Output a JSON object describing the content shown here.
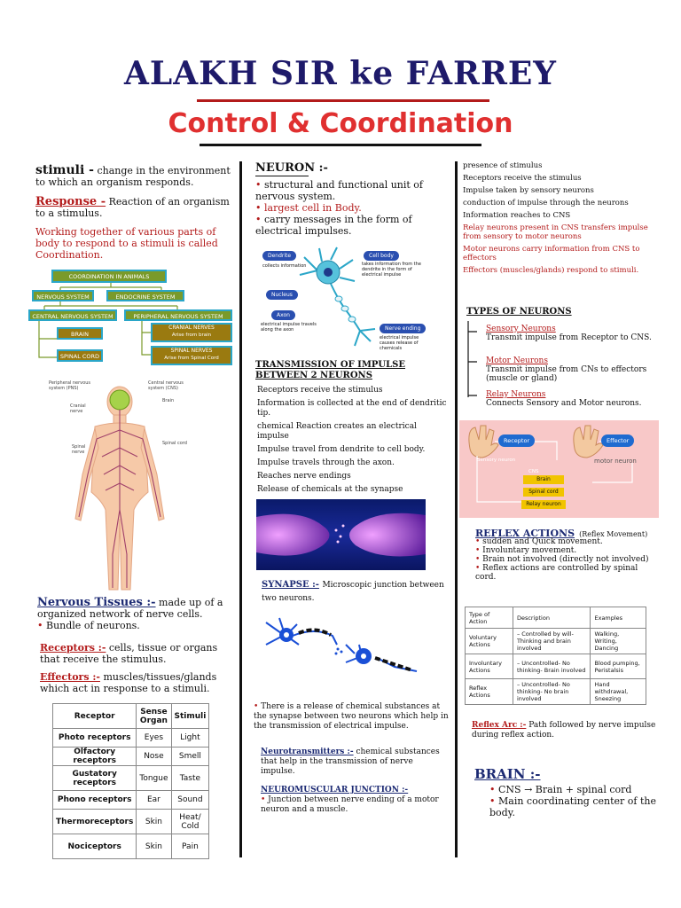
{
  "header": {
    "title": "ALAKH SIR ke FARREY",
    "subtitle": "Control & Coordination"
  },
  "col1": {
    "stimuli_label": "stimuli -",
    "stimuli_def": "change in the environment to which an organism responds.",
    "response_label": "Response -",
    "response_def": "Reaction of an organism to a stimulus.",
    "coordination_def": "Working together of various parts of body to respond to a stimuli is called Coordination.",
    "flow": {
      "root": "COORDINATION IN ANIMALS",
      "nervous": "NERVOUS SYSTEM",
      "endocrine": "ENDOCRINE SYSTEM",
      "cns": "CENTRAL NERVOUS SYSTEM",
      "pns": "PERIPHERAL NERVOUS SYSTEM",
      "brain": "BRAIN",
      "spinal": "SPINAL CORD",
      "cranial": "CRANIAL NERVES",
      "cranial_sub": "Arise from brain",
      "spinal_nerves": "SPINAL NERVES",
      "spinal_nerves_sub": "Arise from Spinal Cord"
    },
    "body_labels": {
      "pns": "Peripheral nervous system (PNS)",
      "cns": "Central nervous system (CNS)",
      "brain": "Brain",
      "cranial": "Cranial nerve",
      "spinal_nerve": "Spinal nerve",
      "spinal_cord": "Spinal cord"
    },
    "nervous_tissues_label": "Nervous Tissues :-",
    "nervous_tissues_def": "made up of a organized network of nerve cells.",
    "nervous_tissues_bullet": "Bundle of neurons.",
    "receptors_label": "Receptors :-",
    "receptors_def": "cells, tissue or organs that receive the stimulus.",
    "effectors_label": "Effectors :-",
    "effectors_def": "muscles/tissues/glands which act in response to a stimuli.",
    "table": {
      "headers": [
        "Receptor",
        "Sense Organ",
        "Stimuli"
      ],
      "rows": [
        [
          "Photo receptors",
          "Eyes",
          "Light"
        ],
        [
          "Olfactory receptors",
          "Nose",
          "Smell"
        ],
        [
          "Gustatory receptors",
          "Tongue",
          "Taste"
        ],
        [
          "Phono receptors",
          "Ear",
          "Sound"
        ],
        [
          "Thermoreceptors",
          "Skin",
          "Heat/ Cold"
        ],
        [
          "Nociceptors",
          "Skin",
          "Pain"
        ]
      ]
    }
  },
  "col2": {
    "neuron_heading": "NEURON :-",
    "neuron_points": [
      "structural and functional unit of nervous system.",
      "largest cell in Body.",
      "carry messages in the form of electrical impulses."
    ],
    "neuron_labels": {
      "dendrite": "Dendrite",
      "dendrite_desc": "collects information",
      "cell_body": "Cell body",
      "cell_body_desc": "takes information from the dendrite in the form of electrical impulse",
      "nucleus": "Nucleus",
      "axon": "Axon",
      "axon_desc": "electrical impulse travels along the axon",
      "nerve_ending": "Nerve ending",
      "nerve_ending_desc": "electrical impulse causes release of chemicals"
    },
    "transmission_heading": "TRANSMISSION OF IMPULSE BETWEEN 2 NEURONS",
    "transmission_steps": [
      "Receptors receive the stimulus",
      "Information is collected at the end of dendritic tip.",
      "chemical Reaction creates an electrical impulse",
      "Impulse travel from dendrite to cell body.",
      "Impulse travels through the axon.",
      "Reaches nerve endings",
      "Release of chemicals at the synapse"
    ],
    "synapse_label": "SYNAPSE :-",
    "synapse_def": "Microscopic junction between two neurons.",
    "synapse_release": "There is a release of chemical substances at the synapse between two neurons which help in the transmission of electrical impulse.",
    "neurotransmitters_label": "Neurotransmitters :-",
    "neurotransmitters_def": "chemical substances that help in the transmission of nerve impulse.",
    "nmj_label": "NEUROMUSCULAR JUNCTION :-",
    "nmj_def": "Junction between nerve ending of a motor neuron and a muscle."
  },
  "col3": {
    "flow_steps": [
      "presence of stimulus",
      "Receptors receive the stimulus",
      "Impulse taken by sensory neurons",
      "conduction of impulse through the neurons",
      "Information reaches to CNS",
      "Relay neurons present in CNS transfers impulse from sensory to motor neurons",
      "Motor neurons carry information from CNS to effectors",
      "Effectors (muscles/glands) respond to stimuli."
    ],
    "types_heading": "TYPES OF NEURONS",
    "types": [
      {
        "name": "Sensory Neurons",
        "desc": "Transmit impulse from Receptor to CNS."
      },
      {
        "name": "Motor Neurons",
        "desc": "Transmit impulse from CNs to effectors (muscle or gland)"
      },
      {
        "name": "Relay Neurons",
        "desc": "Connects Sensory and Motor neurons."
      }
    ],
    "reflex_diagram": {
      "receptor": "Receptor",
      "effector": "Effector",
      "sensory_neuron": "Sensory neuron",
      "motor_neuron": "motor neuron",
      "cns": "CNS",
      "brain": "Brain",
      "spinal_cord": "Spinal cord",
      "relay_neuron": "Relay neuron"
    },
    "reflex_heading": "REFLEX ACTIONS",
    "reflex_sub": "(Reflex Movement)",
    "reflex_points": [
      "sudden and Quick movement.",
      "Involuntary movement.",
      "Brain not involved (directly not involved)",
      "Reflex actions are controlled by spinal cord."
    ],
    "action_table": {
      "headers": [
        "Type of Action",
        "Description",
        "Examples"
      ],
      "rows": [
        [
          "Voluntary Actions",
          "– Controlled by will- Thinking and brain involved",
          "Walking, Writing, Dancing"
        ],
        [
          "Involuntary Actions",
          "– Uncontrolled- No thinking- Brain involved",
          "Blood pumping, Peristalsis"
        ],
        [
          "Reflex Actions",
          "– Uncontrolled- No thinking- No brain involved",
          "Hand withdrawal, Sneezing"
        ]
      ]
    },
    "reflex_arc_label": "Reflex Arc :-",
    "reflex_arc_def": "Path followed by nerve impulse during reflex action.",
    "brain_heading": "BRAIN :-",
    "brain_points": [
      "CNS → Brain + spinal cord",
      "Main coordinating center of the body."
    ]
  }
}
